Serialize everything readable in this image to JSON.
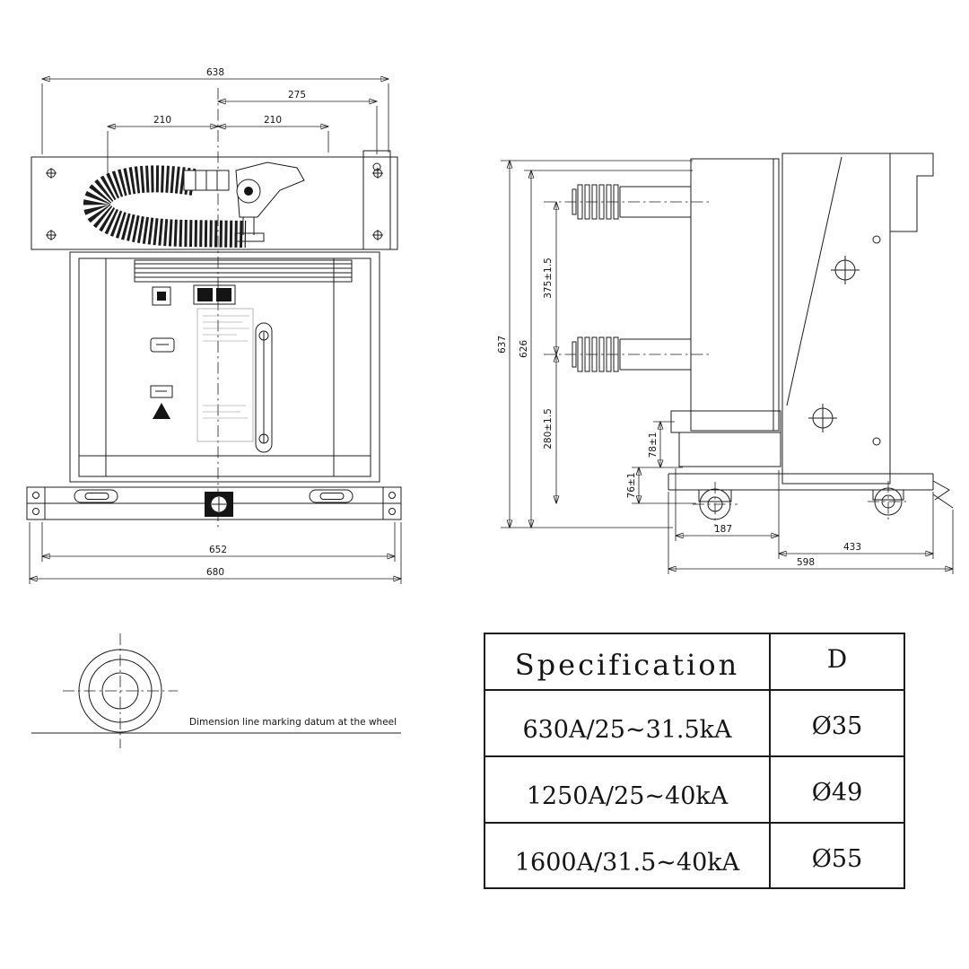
{
  "front_view": {
    "dim_638": "638",
    "dim_275": "275",
    "dim_210_left": "210",
    "dim_210_right": "210",
    "dim_652": "652",
    "dim_680": "680"
  },
  "side_view": {
    "dim_637": "637",
    "dim_626": "626",
    "dim_375": "375±1.5",
    "dim_280": "280±1.5",
    "dim_78": "78±1",
    "dim_76": "76±1",
    "dim_187": "187",
    "dim_433": "433",
    "dim_598": "598"
  },
  "wheel_detail": {
    "note": "Dimension line marking datum at the wheel"
  },
  "spec_table": {
    "header_spec": "Specification",
    "header_d": "D",
    "rows": [
      {
        "spec": "630A/25~31.5kA",
        "d": "Ø35"
      },
      {
        "spec": "1250A/25~40kA",
        "d": "Ø49"
      },
      {
        "spec": "1600A/31.5~40kA",
        "d": "Ø55"
      }
    ]
  },
  "colors": {
    "line": "#1c1c1c",
    "background": "#ffffff"
  }
}
